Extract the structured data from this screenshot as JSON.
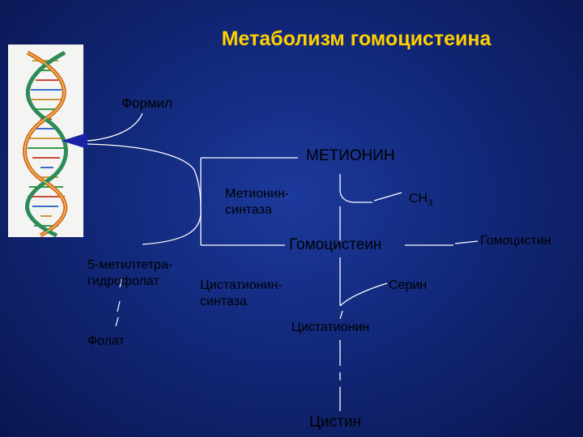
{
  "title": "Метаболизм гомоцистеина",
  "labels": {
    "formyl": "Формил",
    "methionine": "МЕТИОНИН",
    "methionine_synthase_1": "Метионин-",
    "methionine_synthase_2": "синтаза",
    "ch3_base": "CH",
    "ch3_sub": "3",
    "homocysteine": "Гомоцистеин",
    "homocystine": "Гомоцистин",
    "methylthf_1": "5-метилтетра-",
    "methylthf_2": "гидрофолат",
    "cystathionine_synthase_1": "Цистатионин-",
    "cystathionine_synthase_2": "синтаза",
    "serine": "Серин",
    "cystathionine": "Цистатионин",
    "folate": "Фолат",
    "cystine": "Цистин"
  },
  "colors": {
    "title": "#ffd000",
    "label": "#000000",
    "arrow": "#1a22a8",
    "line": "#ffffff",
    "background": "#12287a"
  },
  "icons": {
    "dna": "dna-double-helix",
    "arrow": "arrow-left-icon"
  }
}
